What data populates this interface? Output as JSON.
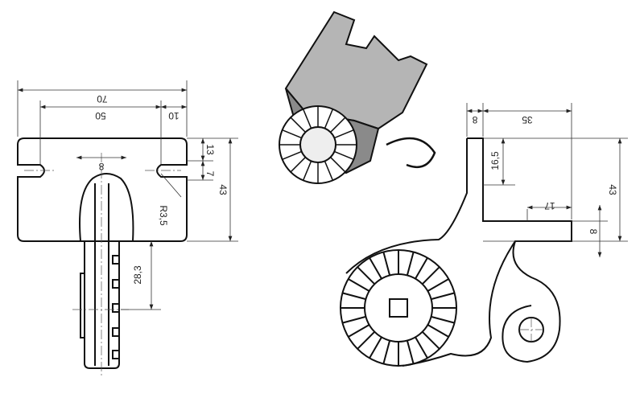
{
  "title": "Bracket technical drawing",
  "front_view": {
    "dims": {
      "overall_width": "70",
      "slot_spacing": "50",
      "edge_offset": "10",
      "stem_width": "8",
      "slot_top": "13",
      "slot_height": "7",
      "overall_height": "43",
      "radius": "R3,5",
      "stem_length": "28,3"
    }
  },
  "side_view": {
    "dims": {
      "thickness": "8",
      "leg_length": "35",
      "upper_height": "16,5",
      "tab_length": "17",
      "overall_height": "43",
      "leg_thickness": "8"
    }
  },
  "colors": {
    "line": "#111111",
    "shade": "#9a9a9a"
  }
}
